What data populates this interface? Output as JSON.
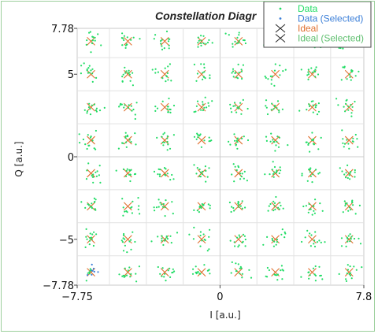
{
  "chart_data": {
    "type": "scatter",
    "title": "Constellation Diagr",
    "xlabel": "I [a.u.]",
    "ylabel": "Q [a.u.]",
    "xlim": [
      -7.75,
      7.8
    ],
    "ylim": [
      -7.78,
      7.78
    ],
    "x_ticks": [
      "−7.75",
      "0",
      "7.8"
    ],
    "y_ticks": [
      "7.78",
      "5",
      "0",
      "−5",
      "−7.78"
    ],
    "x_tick_values": [
      -7.75,
      0,
      7.8
    ],
    "y_tick_values": [
      7.78,
      5,
      0,
      -5,
      -7.78
    ],
    "grid": true,
    "legend_position": "top-right",
    "ideal_points": {
      "levels": [
        -7,
        -5,
        -3,
        -1,
        1,
        3,
        5,
        7
      ],
      "description": "64-QAM grid: all combinations of I and Q levels"
    },
    "series": [
      {
        "name": "Data",
        "color": "#22dd66",
        "marker": "dot"
      },
      {
        "name": "Data (Selected)",
        "color": "#3b7fd8",
        "marker": "dot"
      },
      {
        "name": "Ideal",
        "color": "#e07030",
        "marker": "x"
      },
      {
        "name": "Ideal (Selected)",
        "color": "#60c070",
        "marker": "x"
      }
    ],
    "selected_data_region": {
      "I": -7,
      "Q": -7
    }
  }
}
